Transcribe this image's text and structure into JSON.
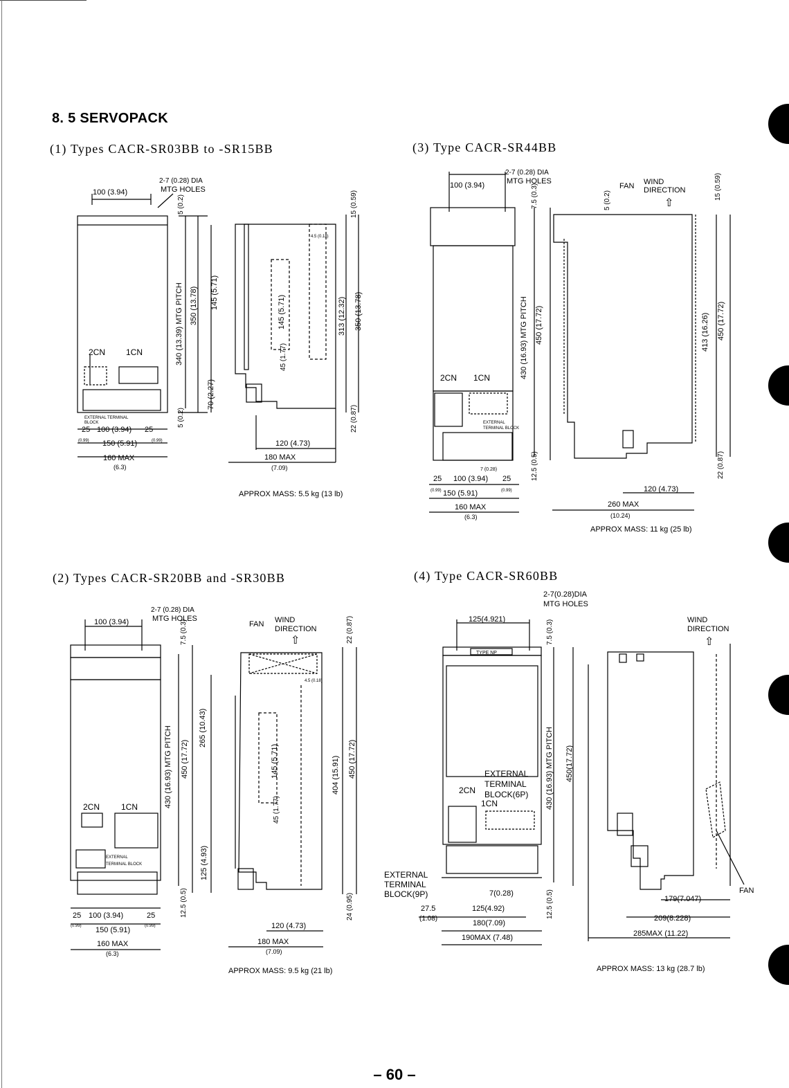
{
  "page": {
    "heading": "8. 5 SERVOPACK",
    "page_number": "– 60 –"
  },
  "sections": [
    {
      "title": "(1) Types CACR-SR03BB to -SR15BB",
      "mass": "APPROX MASS:  5.5 kg (13 lb)",
      "mtg_holes": [
        "2-7 (0.28) DIA",
        "MTG HOLES"
      ],
      "hole_spacing": "100 (3.94)",
      "connectors": [
        "2CN",
        "1CN"
      ],
      "terminal_block": [
        "EXTERNAL TERMINAL",
        "BLOCK"
      ],
      "bottom_dims": [
        "25",
        "100 (3.94)",
        "25",
        "150 (5.91)",
        "160 MAX",
        "(6.3)",
        "(0.99)",
        "(0.99)"
      ],
      "vertical_dims": [
        "340 (13.39) MTG PITCH",
        "350 (13.78)",
        "145 (5.71)",
        "70 (2.27)",
        "5 (0.2)",
        "5 (0.2)"
      ],
      "side_dims": [
        "145 (5.71)",
        "45 (1.77)",
        "313 (12.32)",
        "350 (13.78)",
        "15 (0.59)",
        "4.5 (0.18)",
        "22 (0.87)",
        "120 (4.73)",
        "180 MAX",
        "(7.09)"
      ]
    },
    {
      "title": "(2) Types CACR-SR20BB and -SR30BB",
      "mass": "APPROX MASS:  9.5 kg (21 lb)",
      "mtg_holes": [
        "2-7 (0.28) DIA",
        "MTG HOLES"
      ],
      "hole_spacing": "100 (3.94)",
      "connectors": [
        "2CN",
        "1CN"
      ],
      "terminal_block": [
        "EXTERNAL",
        "TERMINAL BLOCK"
      ],
      "fan": [
        "FAN",
        "WIND",
        "DIRECTION"
      ],
      "bottom_dims": [
        "25",
        "100 (3.94)",
        "25",
        "150 (5.91)",
        "160 MAX",
        "(6.3)",
        "(0.99)",
        "(0.99)"
      ],
      "vertical_dims": [
        "430 (16.93) MTG PITCH",
        "450 (17.72)",
        "265 (10.43)",
        "125 (4.93)",
        "7.5 (0.3)",
        "12.5 (0.5)"
      ],
      "side_dims": [
        "145 (5.71)",
        "45 (1.77)",
        "404 (15.91)",
        "450 (17.72)",
        "22 (0.87)",
        "4.5 (0.18)",
        "24 (0.95)",
        "120 (4.73)",
        "180 MAX",
        "(7.09)"
      ]
    },
    {
      "title": "(3) Type CACR-SR44BB",
      "mass": "APPROX MASS:  11 kg (25 lb)",
      "mtg_holes": [
        "2-7 (0.28) DIA",
        "MTG HOLES"
      ],
      "hole_spacing": "100 (3.94)",
      "connectors": [
        "2CN",
        "1CN"
      ],
      "terminal_block": [
        "EXTERNAL",
        "TERMINAL BLOCK"
      ],
      "fan": [
        "FAN",
        "WIND",
        "DIRECTION"
      ],
      "bottom_dims": [
        "25",
        "100 (3.94)",
        "25",
        "150 (5.91)",
        "160 MAX",
        "(6.3)",
        "7 (0.28)",
        "(0.99)",
        "(0.99)"
      ],
      "vertical_dims": [
        "430 (16.93) MTG PITCH",
        "450 (17.72)",
        "7.5 (0.3)",
        "12.5 (0.5)"
      ],
      "side_dims": [
        "5 (0.2)",
        "15 (0.59)",
        "413 (16.26)",
        "450 (17.72)",
        "22 (0.87)",
        "120 (4.73)",
        "260 MAX",
        "(10.24)"
      ]
    },
    {
      "title": "(4) Type CACR-SR60BB",
      "mass": "APPROX MASS:  13 kg (28.7 lb)",
      "mtg_holes": [
        "2-7(0.28)DIA",
        "MTG HOLES"
      ],
      "hole_spacing": "125(4.921)",
      "nameplate": "TYPE NP",
      "connectors": [
        "2CN",
        "1CN"
      ],
      "terminal_block_6p": [
        "EXTERNAL",
        "TERMINAL",
        "BLOCK(6P)"
      ],
      "terminal_block_9p": [
        "EXTERNAL",
        "TERMINAL",
        "BLOCK(9P)"
      ],
      "fan": [
        "WIND",
        "DIRECTION",
        "FAN"
      ],
      "bottom_dims": [
        "27.5",
        "(1.08)",
        "125(4.92)",
        "180(7.09)",
        "190MAX (7.48)",
        "7(0.28)"
      ],
      "vertical_dims": [
        "430 (16.93) MTG PITCH",
        "450(17.72)",
        "7.5 (0.3)",
        "12.5 (0.5)"
      ],
      "side_dims": [
        "179(7.047)",
        "209(8.228)",
        "285MAX (11.22)"
      ]
    }
  ]
}
